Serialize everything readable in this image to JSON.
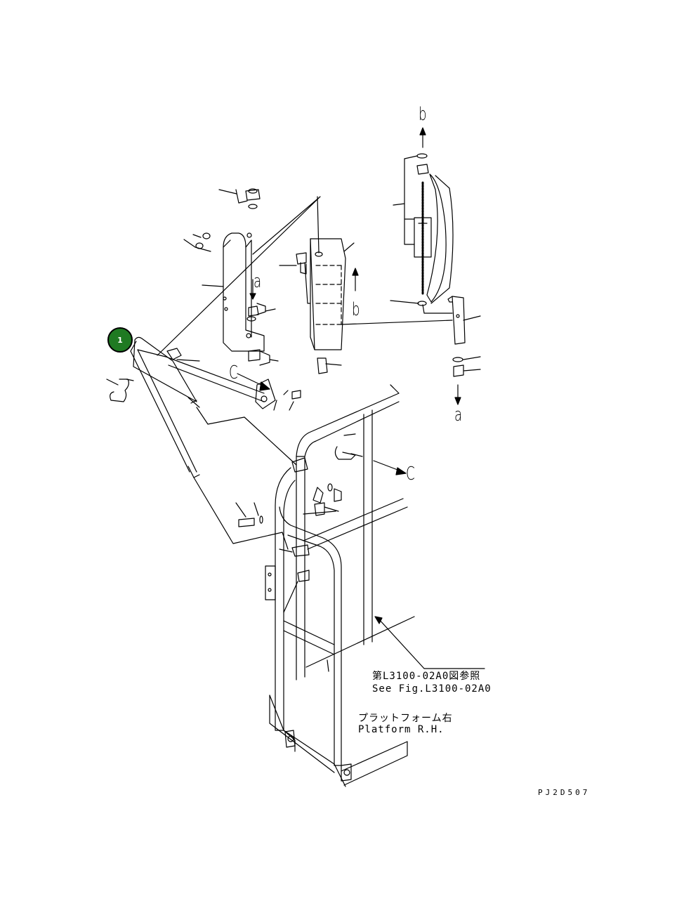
{
  "diagram": {
    "labels": {
      "a_top": "a",
      "a_bottom": "a",
      "b_top": "b",
      "b_mid": "b",
      "c_left": "C",
      "c_right": "C"
    },
    "callout": {
      "number": "1",
      "color": "#1f7a22"
    },
    "reference_jp": "第L3100-02A0図参照",
    "reference_en": "See Fig.L3100-02A0",
    "platform_jp": "プラットフォーム右",
    "platform_en": "Platform R.H.",
    "drawing_code": "PJ2D507"
  }
}
